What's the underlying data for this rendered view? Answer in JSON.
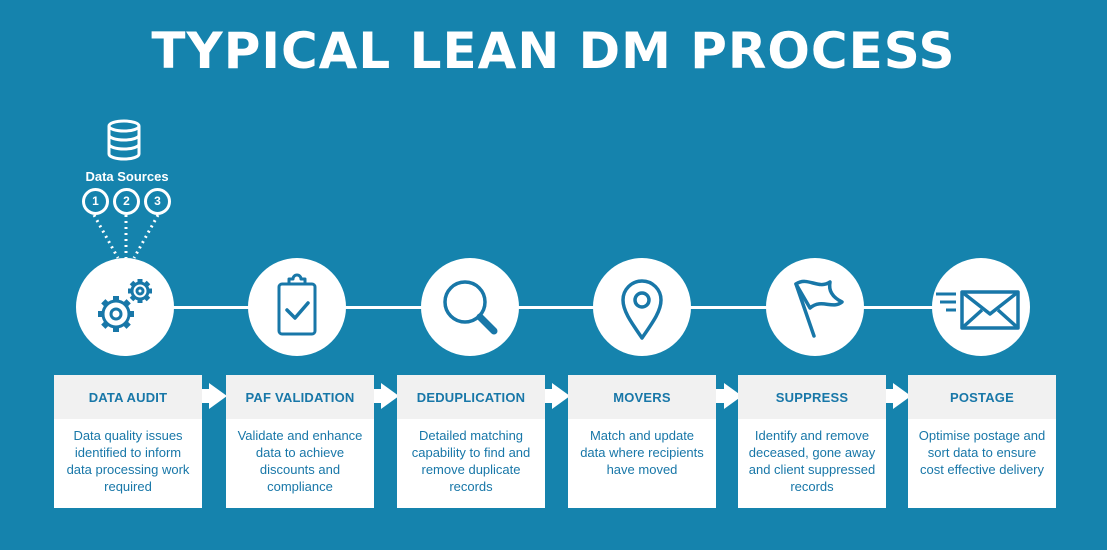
{
  "title": "TYPICAL LEAN DM PROCESS",
  "data_sources": {
    "label": "Data Sources",
    "numbers": [
      "1",
      "2",
      "3"
    ]
  },
  "steps": [
    {
      "icon": "gears-icon",
      "title": "DATA AUDIT",
      "description": "Data quality issues identified to inform data processing work required"
    },
    {
      "icon": "clipboard-check-icon",
      "title": "PAF VALIDATION",
      "description": "Validate and enhance data to achieve discounts and compliance"
    },
    {
      "icon": "magnifier-icon",
      "title": "DEDUPLICATION",
      "description": "Detailed matching capability to find and remove duplicate records"
    },
    {
      "icon": "map-pin-icon",
      "title": "MOVERS",
      "description": "Match and update data where recipients have moved"
    },
    {
      "icon": "flag-icon",
      "title": "SUPPRESS",
      "description": "Identify and remove deceased, gone away and client suppressed records"
    },
    {
      "icon": "envelope-icon",
      "title": "POSTAGE",
      "description": "Optimise postage and sort data to ensure cost effective delivery"
    }
  ],
  "colors": {
    "background": "#1583ad",
    "icon_blue": "#1877a8",
    "card_header": "#f1f1f1"
  }
}
